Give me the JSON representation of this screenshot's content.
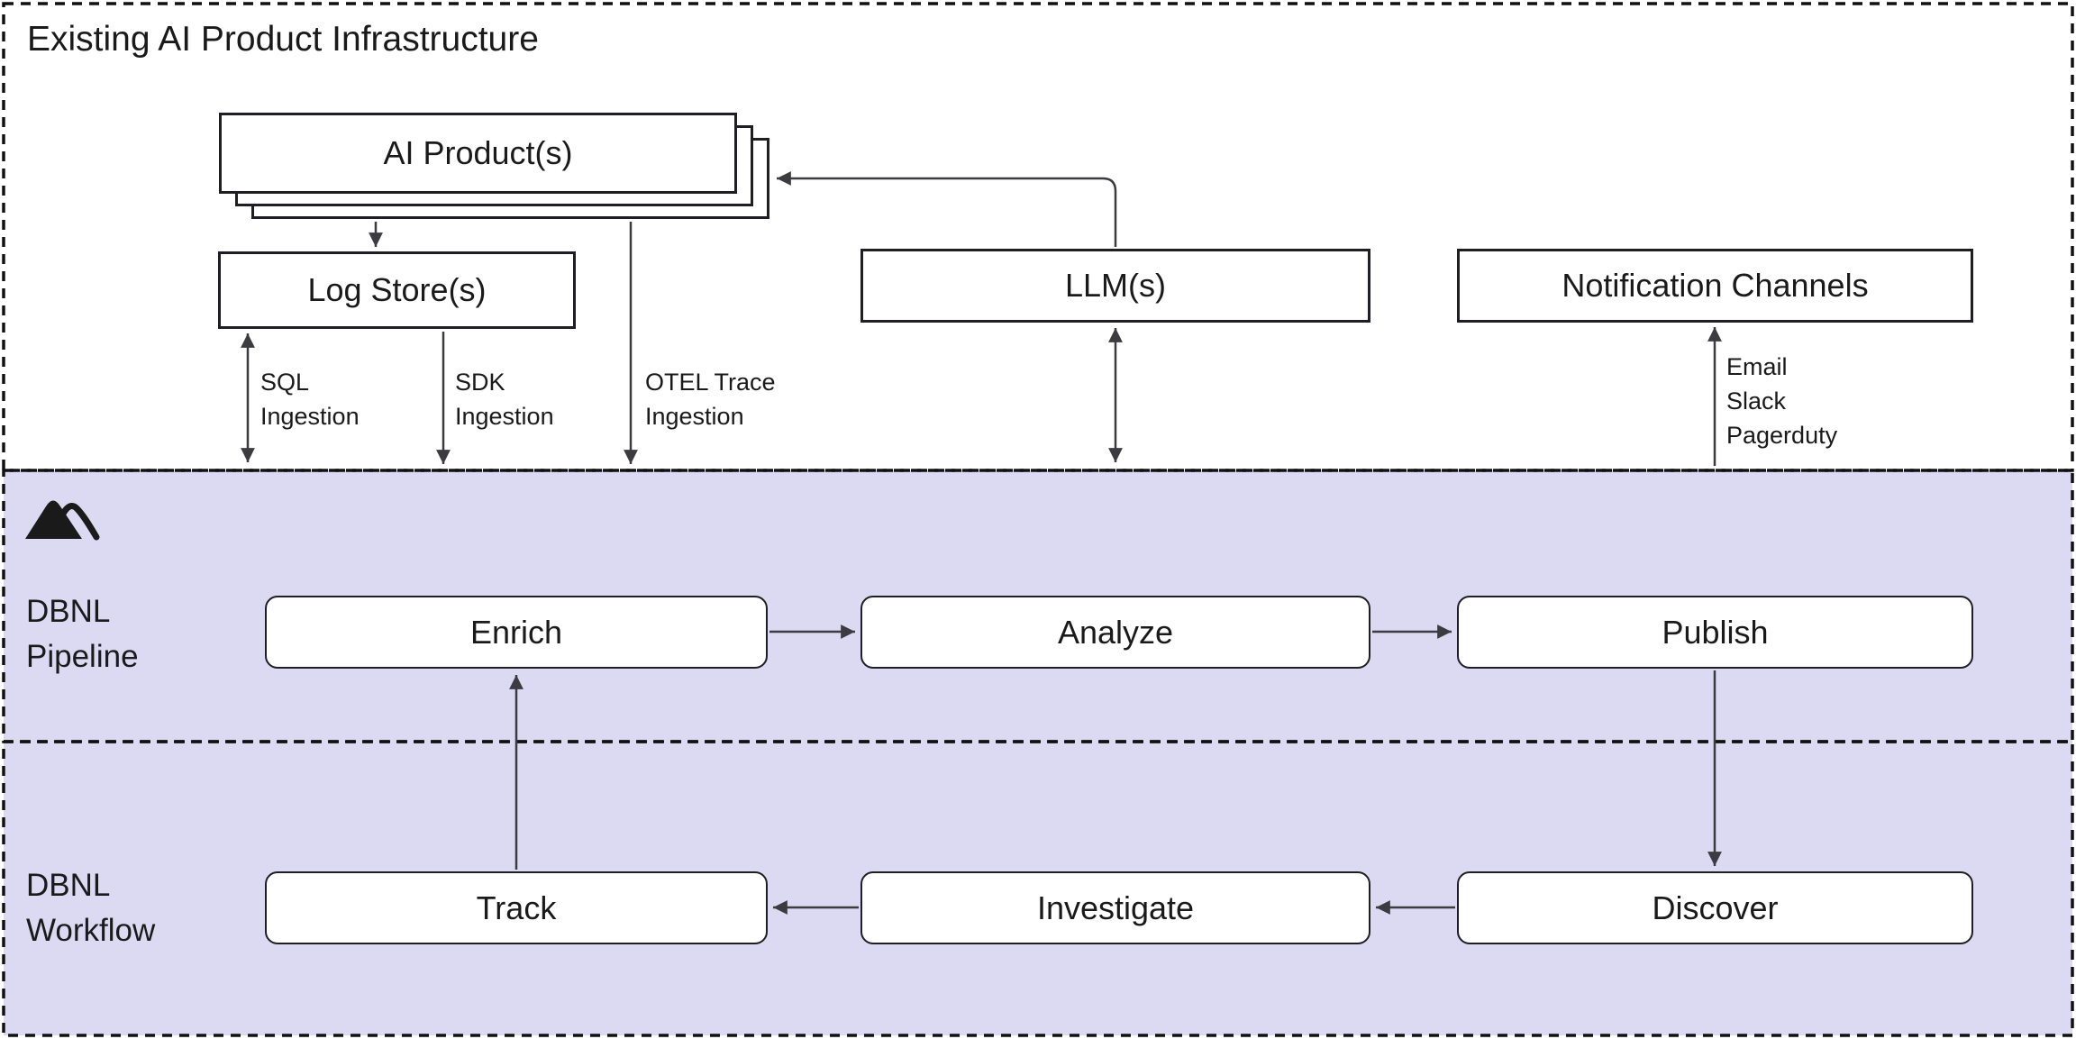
{
  "colors": {
    "zone_fill": "#DCD9F3",
    "node_fill": "#FFFFFF",
    "node_border": "#1E1E24",
    "connector": "#3B3B40",
    "dashed_border": "#111111",
    "text": "#1A1A1A"
  },
  "infra": {
    "title": "Existing AI Product Infrastructure",
    "nodes": {
      "ai_products": "AI Product(s)",
      "log_stores": "Log Store(s)",
      "llms": "LLM(s)",
      "notification_channels": "Notification Channels"
    },
    "edge_labels": {
      "sql": [
        "SQL",
        "Ingestion"
      ],
      "sdk": [
        "SDK",
        "Ingestion"
      ],
      "otel": [
        "OTEL Trace",
        "Ingestion"
      ],
      "notification": [
        "Email",
        "Slack",
        "Pagerduty"
      ]
    }
  },
  "pipeline": {
    "label": [
      "DBNL",
      "Pipeline"
    ],
    "nodes": {
      "enrich": "Enrich",
      "analyze": "Analyze",
      "publish": "Publish"
    }
  },
  "workflow": {
    "label": [
      "DBNL",
      "Workflow"
    ],
    "nodes": {
      "track": "Track",
      "investigate": "Investigate",
      "discover": "Discover"
    }
  }
}
